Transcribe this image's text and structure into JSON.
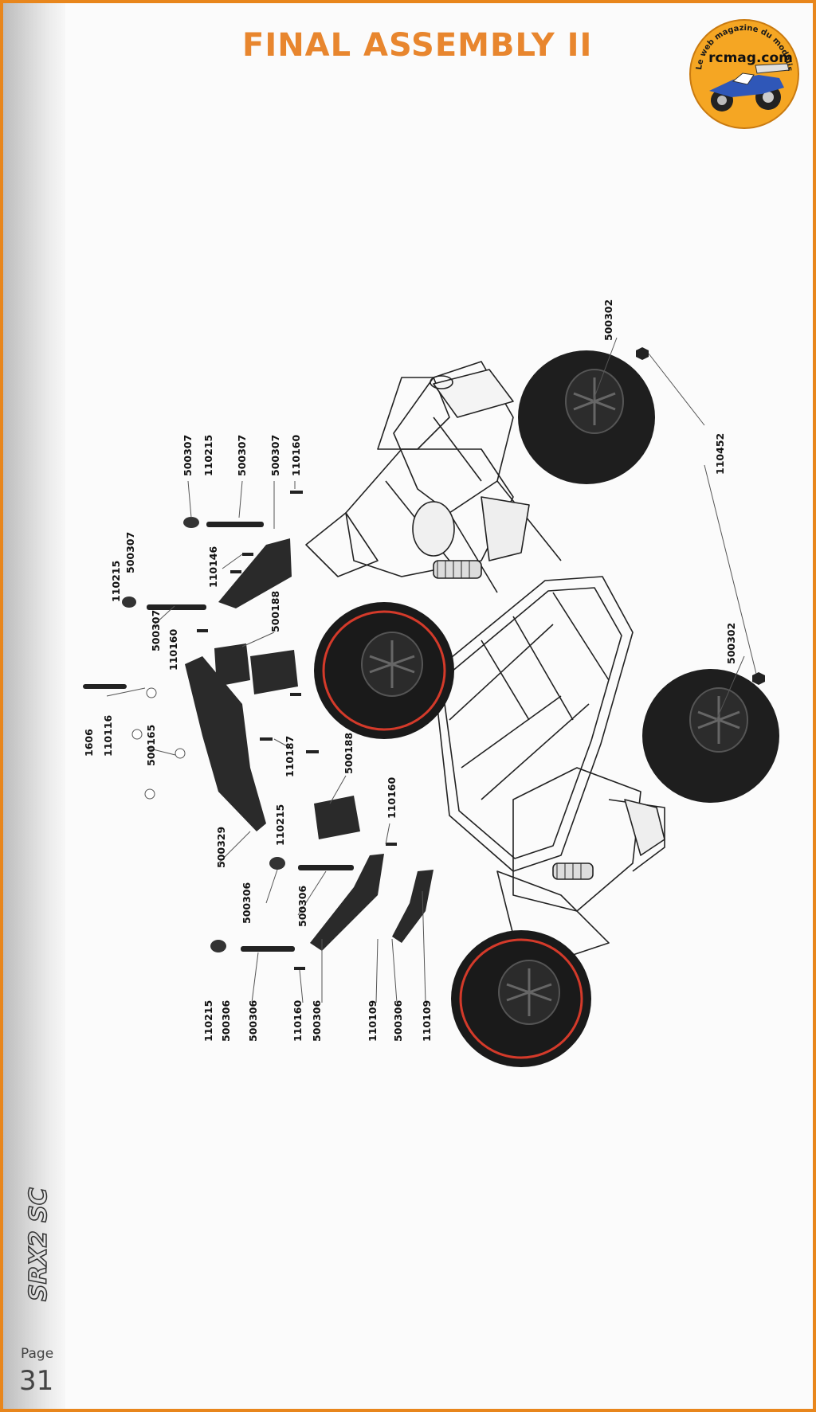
{
  "header": {
    "title": "FINAL ASSEMBLY II"
  },
  "logo": {
    "tagline": "Le web magazine du modelisme",
    "site": "rcmag.com"
  },
  "footer": {
    "page_label": "Page",
    "page_number": "31",
    "brand": "SRX2 SC"
  },
  "colors": {
    "accent": "#e8861c",
    "title": "#e8862e",
    "tire_stripe": "#d43a2a"
  },
  "part_labels": {
    "l1": "500302",
    "l2": "110452",
    "l3": "500302",
    "l4": "500307",
    "l5": "110215",
    "l6": "500307",
    "l7": "500307",
    "l8": "110160",
    "l9": "110146",
    "l10": "110215",
    "l11": "500307",
    "l12": "500307",
    "l13": "110160",
    "l14": "500188",
    "l15": "1606",
    "l16": "110116",
    "l17": "500165",
    "l18": "110187",
    "l19": "500188",
    "l20": "110160",
    "l21": "500329",
    "l22": "110215",
    "l23": "500306",
    "l24": "500306",
    "l25": "110215",
    "l26": "500306",
    "l27": "500306",
    "l28": "110160",
    "l29": "500306",
    "l30": "110109",
    "l31": "500306",
    "l32": "110109"
  }
}
